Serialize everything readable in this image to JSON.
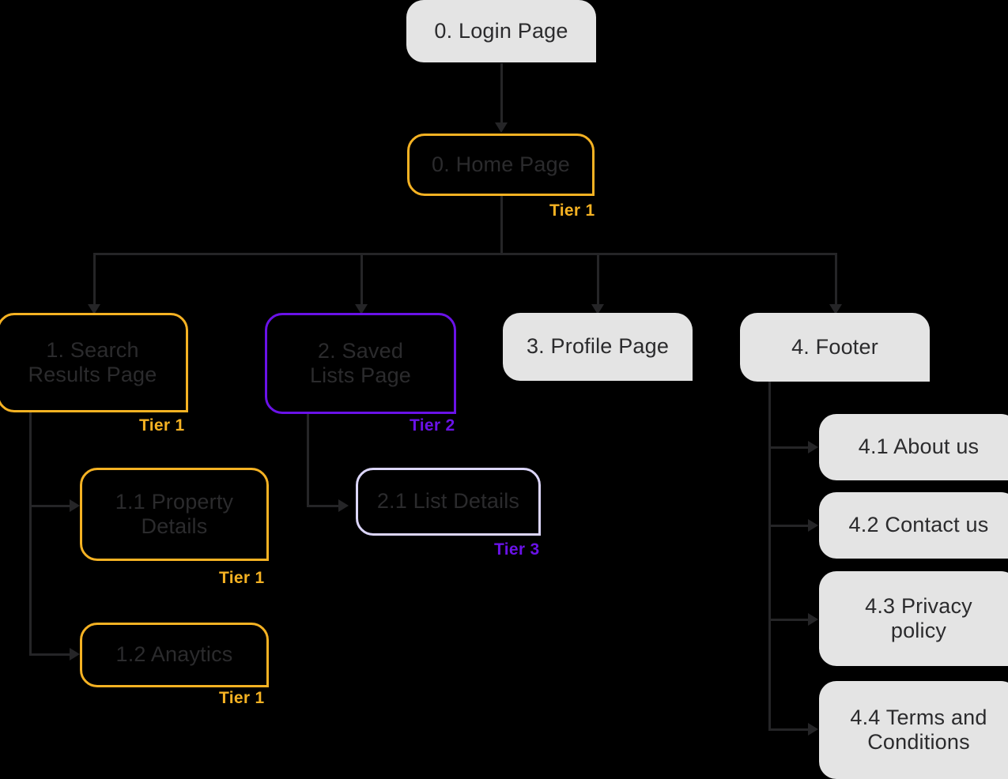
{
  "diagram": {
    "type": "sitemap-tree",
    "background_color": "#000000",
    "colors": {
      "node_fill": "#E4E4E4",
      "node_text": "#2B2B2D",
      "amber": "#F5B223",
      "violet": "#6A12E8",
      "lilac": "#DCD6FB",
      "connector": "#252527"
    }
  },
  "nodes": {
    "login": {
      "label": "0. Login Page",
      "style": "solid"
    },
    "home": {
      "label": "0. Home Page",
      "style": "outline-amber",
      "tier": "Tier 1"
    },
    "search_results": {
      "label": "1. Search\nResults Page",
      "style": "outline-amber",
      "tier": "Tier 1"
    },
    "saved_lists": {
      "label": "2. Saved\nLists Page",
      "style": "outline-violet",
      "tier": "Tier 2"
    },
    "profile": {
      "label": "3. Profile Page",
      "style": "solid"
    },
    "footer": {
      "label": "4. Footer",
      "style": "solid"
    },
    "property_details": {
      "label": "1.1 Property\nDetails",
      "style": "outline-amber",
      "tier": "Tier 1"
    },
    "analytics": {
      "label": "1.2 Anaytics",
      "style": "outline-amber",
      "tier": "Tier 1"
    },
    "list_details": {
      "label": "2.1 List Details",
      "style": "outline-lilac",
      "tier": "Tier 3"
    },
    "about_us": {
      "label": "4.1 About us",
      "style": "solid"
    },
    "contact_us": {
      "label": "4.2 Contact us",
      "style": "solid"
    },
    "privacy_policy": {
      "label": "4.3 Privacy\npolicy",
      "style": "solid"
    },
    "terms_conditions": {
      "label": "4.4 Terms and\nConditions",
      "style": "solid"
    }
  }
}
